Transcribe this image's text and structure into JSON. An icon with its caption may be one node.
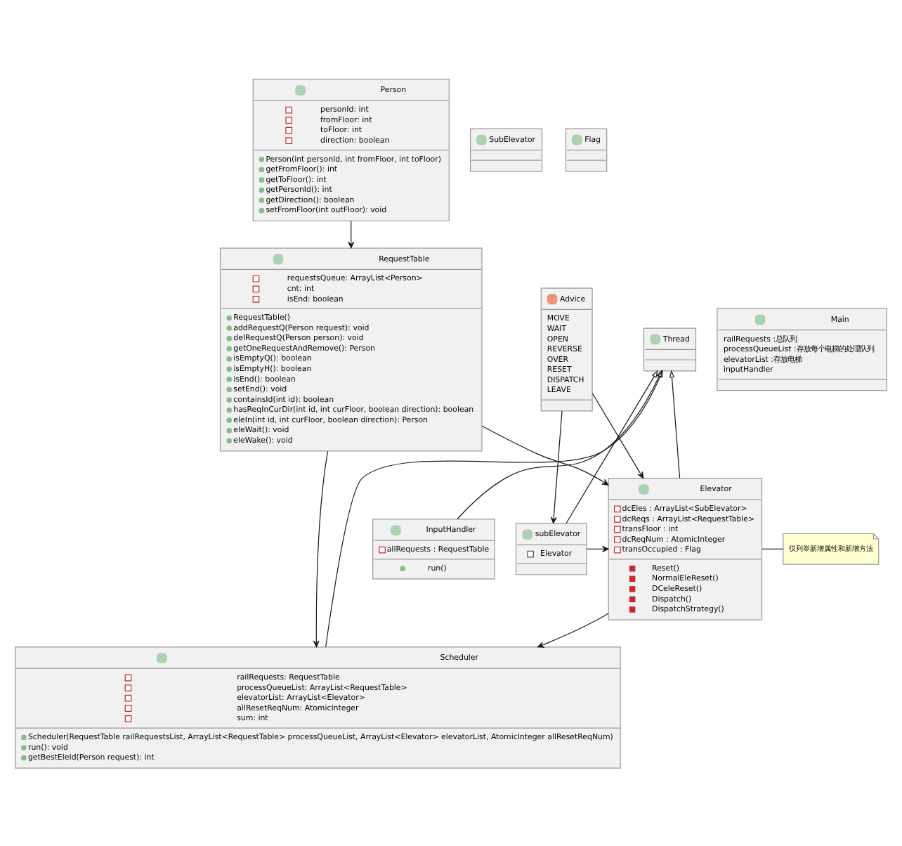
{
  "diagram": {
    "nodes": [
      {
        "text": [
          "Person",
          "personId: int",
          "fromFloor: int",
          "toFloor: int",
          "direction: boolean",
          "Person(int personId, int fromFloor, int toFloor)",
          "getFromFloor(): int",
          "getToFloor(): int",
          "getPersonId(): int",
          "getDirection(): boolean",
          "setFromFloor(int outFloor): void"
        ]
      },
      {
        "text": [
          "SubElevator"
        ]
      },
      {
        "text": [
          "Flag"
        ]
      },
      {
        "text": [
          "RequestTable",
          "requestsQueue: ArrayList<Person>",
          "cnt: int",
          "isEnd: boolean",
          "RequestTable()",
          "addRequestQ(Person request): void",
          "delRequestQ(Person person): void",
          "getOneRequestAndRemove(): Person",
          "isEmptyQ(): boolean",
          "isEmptyH(): boolean",
          "isEnd(): boolean",
          "setEnd(): void",
          "containsId(int id): boolean",
          "hasReqInCurDir(int id, int curFloor, boolean direction): boolean",
          "eleIn(int id, int curFloor, boolean direction): Person",
          "eleWait(): void",
          "eleWake(): void"
        ]
      },
      {
        "text": [
          "Advice",
          "MOVE",
          "WAIT",
          "OPEN",
          "REVERSE",
          "OVER",
          "RESET",
          "DISPATCH",
          "LEAVE"
        ]
      },
      {
        "text": [
          "Main",
          "railRequests :总队列",
          "processQueueList :存放每个电梯的处理队列",
          "elevatorList :存放电梯",
          "inputHandler"
        ]
      },
      {
        "text": [
          "Thread"
        ]
      },
      {
        "text": [
          "Elevator",
          "dcEles : ArrayList<SubElevator>",
          "dcReqs : ArrayList<RequestTable>",
          "transFloor : int",
          "dcReqNum : AtomicInteger",
          "transOccupied : Flag",
          "Reset()",
          "NormalEleReset()",
          "DCeleReset()",
          "Dispatch()",
          "DispatchStrategy()"
        ]
      },
      {
        "text": [
          "仅列举新增属性和新增方法"
        ]
      },
      {
        "text": [
          "InputHandler",
          "allRequests : RequestTable",
          "run()"
        ]
      },
      {
        "text": [
          "subElevator",
          "Elevator"
        ]
      },
      {
        "text": [
          "Scheduler",
          "railRequests: RequestTable",
          "processQueueList: ArrayList<RequestTable>",
          "elevatorList: ArrayList<Elevator>",
          "allResetReqNum: AtomicInteger",
          "sum: int",
          "Scheduler(RequestTable railRequestsList, ArrayList<RequestTable> processQueueList, ArrayList<Elevator> elevatorList, AtomicInteger allResetReqNum)",
          "run(): void",
          "getBestEleId(Person request): int"
        ]
      }
    ],
    "edges": [
      {
        "from": 0,
        "to": 3,
        "arrow": "to"
      },
      {
        "from": 4,
        "to": 10,
        "arrow": "to"
      },
      {
        "from": 4,
        "to": 7,
        "arrow": "to"
      },
      {
        "from": 3,
        "to": 7,
        "arrow": "to"
      },
      {
        "from": 3,
        "to": 11,
        "arrow": "to"
      },
      {
        "from": 9,
        "to": 6,
        "arrow": "to"
      },
      {
        "from": 10,
        "to": 6,
        "arrow": "to"
      },
      {
        "from": 7,
        "to": 6,
        "arrow": "to"
      },
      {
        "from": 11,
        "to": 6,
        "arrow": "to"
      },
      {
        "from": 10,
        "to": 7,
        "arrow": "to"
      },
      {
        "from": 7,
        "to": 11,
        "arrow": "to"
      },
      {
        "from": 7,
        "to": 8,
        "arrow": "none"
      }
    ]
  }
}
